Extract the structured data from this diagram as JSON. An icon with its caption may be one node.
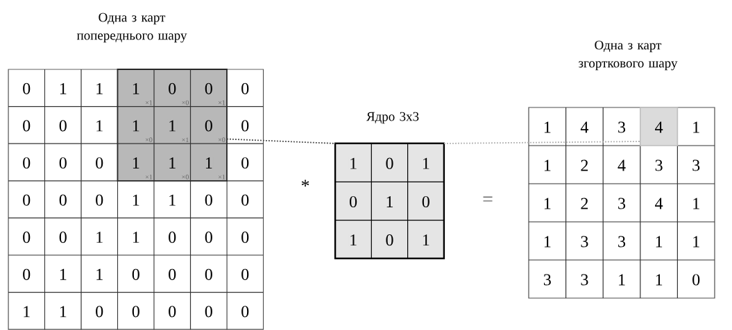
{
  "diagram": {
    "nodes": [
      {
        "text": [
          "Одна з карт попереднього шару"
        ]
      },
      {
        "text": [],
        "shape": "box",
        "in": 0
      },
      {
        "text": [
          "Ядро 3x3"
        ]
      },
      {
        "text": [
          "Одна з карт згорткового шару"
        ]
      },
      {
        "text": [],
        "shape": "box",
        "in": 3
      }
    ],
    "edges": [
      {
        "from": 1,
        "to": 2,
        "arrow": "none",
        "style": "dashed"
      },
      {
        "from": 2,
        "to": 4,
        "arrow": "none",
        "style": "dashed",
        "color": "#b4b4b4"
      }
    ],
    "labels": [
      "0",
      "1",
      "1",
      "1",
      "0",
      "0",
      "0",
      "0",
      "0",
      "1",
      "1",
      "1",
      "0",
      "0",
      "0",
      "0",
      "0",
      "1",
      "1",
      "1",
      "0",
      "0",
      "0",
      "0",
      "1",
      "1",
      "0",
      "0",
      "0",
      "0",
      "1",
      "1",
      "0",
      "0",
      "0",
      "0",
      "1",
      "1",
      "0",
      "0",
      "0",
      "0",
      "1",
      "1",
      "0",
      "0",
      "0",
      "0",
      "0",
      "×1",
      "×0",
      "×1",
      "×0",
      "×1",
      "×0",
      "×1",
      "×0",
      "×1",
      "*",
      "1",
      "0",
      "1",
      "0",
      "1",
      "0",
      "1",
      "0",
      "1",
      "=",
      "1",
      "4",
      "3",
      "4",
      "1",
      "1",
      "2",
      "4",
      "3",
      "3",
      "1",
      "2",
      "3",
      "4",
      "1",
      "1",
      "3",
      "3",
      "1",
      "1",
      "3",
      "3",
      "1",
      "1",
      "0"
    ]
  }
}
